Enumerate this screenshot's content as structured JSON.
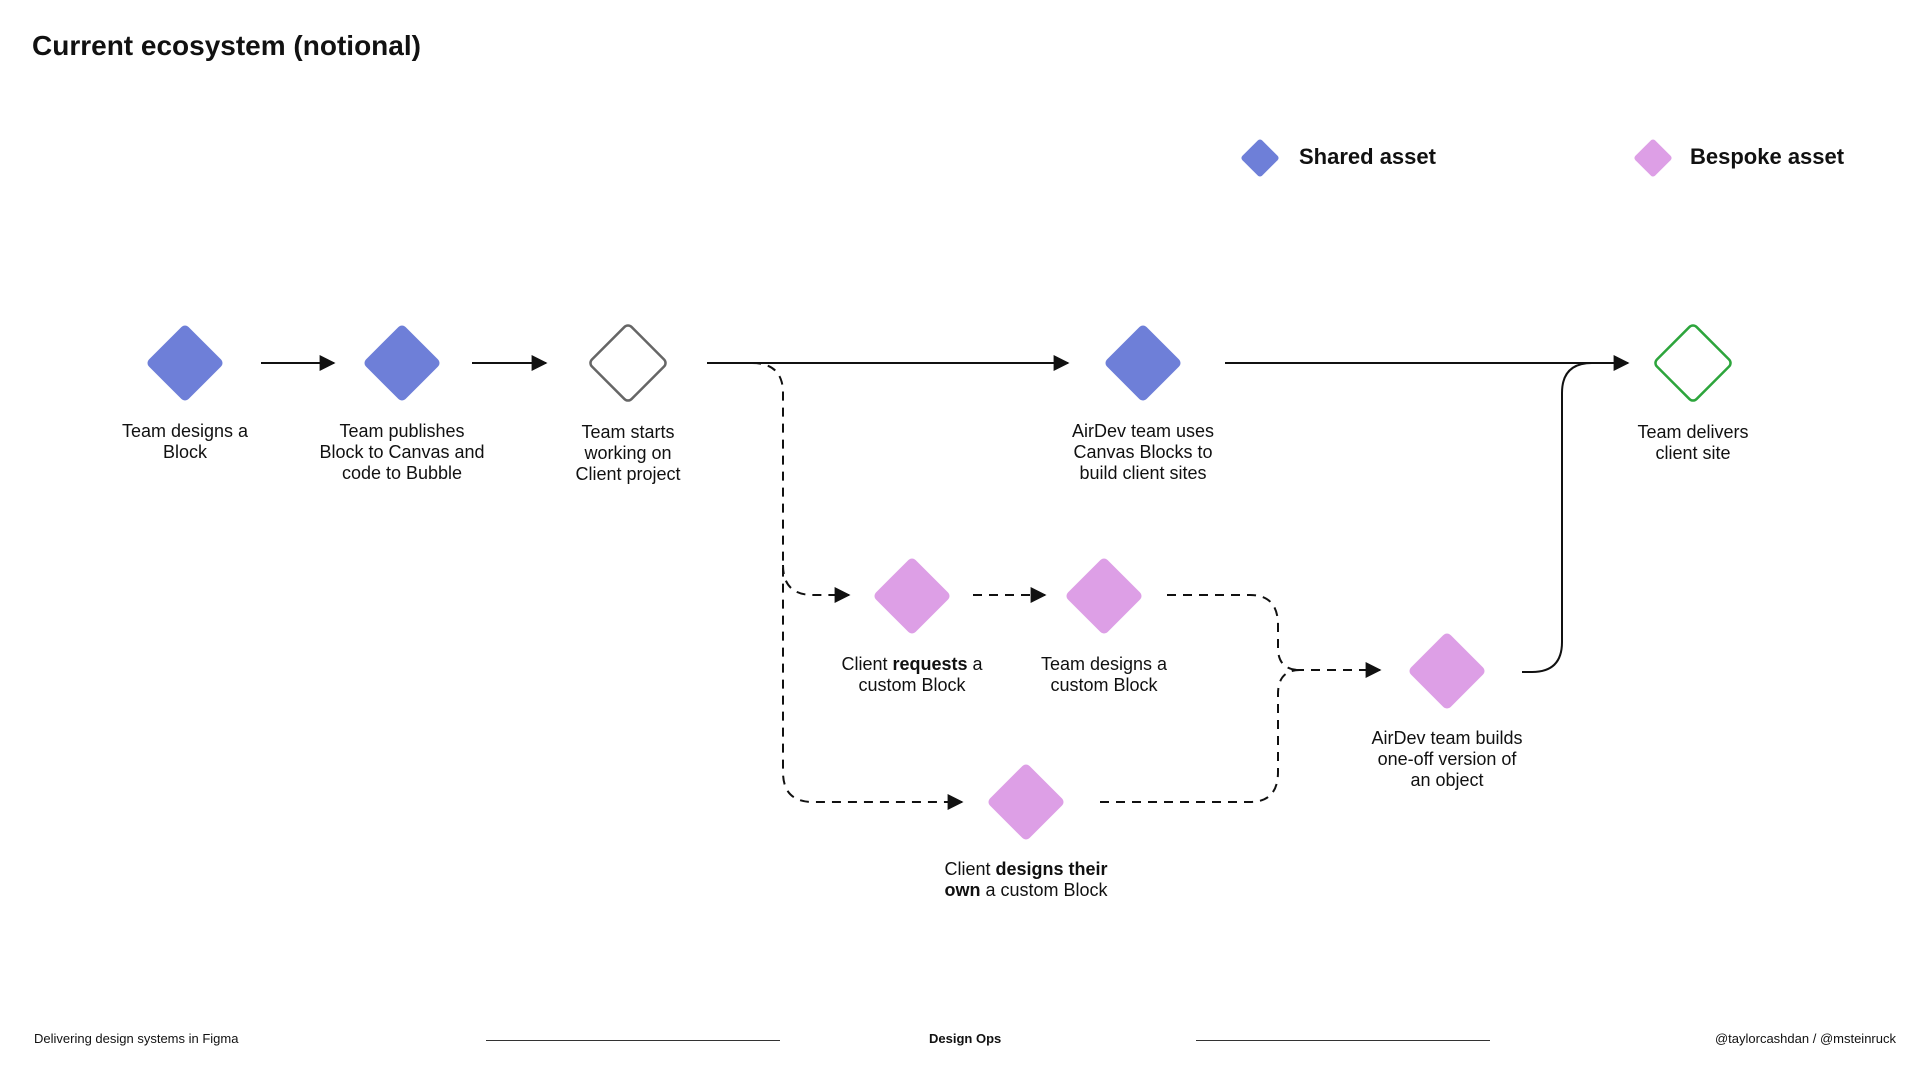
{
  "title": "Current ecosystem (notional)",
  "colors": {
    "shared": "#6e7fd8",
    "bespoke": "#dd9fe6",
    "outline": "#666666",
    "delivered": "#2da53c"
  },
  "legend": [
    {
      "label": "Shared asset",
      "kind": "shared"
    },
    {
      "label": "Bespoke asset",
      "kind": "bespoke"
    }
  ],
  "nodes": [
    {
      "id": "designs",
      "kind": "shared",
      "label": [
        "Team designs a",
        "Block"
      ]
    },
    {
      "id": "publishes",
      "kind": "shared",
      "label": [
        "Team publishes",
        "Block to Canvas and",
        "code to Bubble"
      ]
    },
    {
      "id": "starts",
      "kind": "outline",
      "label": [
        "Team starts",
        "working on",
        "Client project"
      ]
    },
    {
      "id": "uses",
      "kind": "shared",
      "label": [
        "AirDev team uses",
        "Canvas Blocks to",
        "build client sites"
      ]
    },
    {
      "id": "delivers",
      "kind": "delivered",
      "label": [
        "Team delivers",
        "client site"
      ]
    },
    {
      "id": "requests",
      "kind": "bespoke",
      "label_pre": "Client ",
      "label_bold": "requests",
      "label_post": " a",
      "label_line2": "custom Block"
    },
    {
      "id": "team_custom",
      "kind": "bespoke",
      "label": [
        "Team designs a",
        "custom Block"
      ]
    },
    {
      "id": "one_off",
      "kind": "bespoke",
      "label": [
        "AirDev team builds",
        "one-off version of",
        "an object"
      ]
    },
    {
      "id": "own",
      "kind": "bespoke",
      "label_pre": "Client ",
      "label_bold": "designs their",
      "label_bold2": "own",
      "label_post": " a custom Block"
    }
  ],
  "footer": {
    "left": "Delivering design systems in Figma",
    "center": "Design Ops",
    "right": "@taylorcashdan / @msteinruck"
  }
}
